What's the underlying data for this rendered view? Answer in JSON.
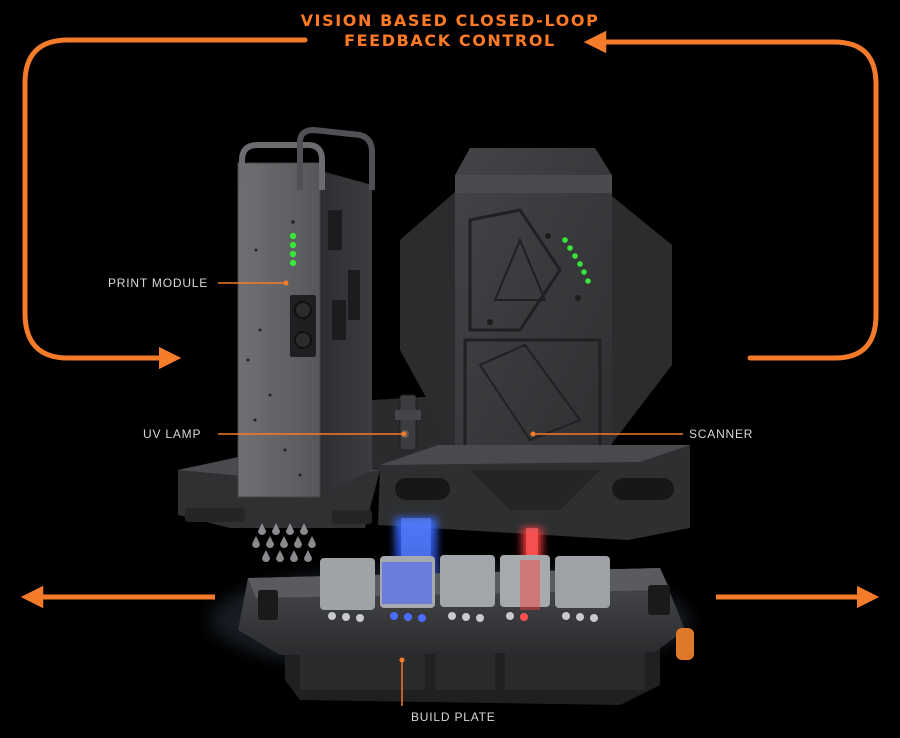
{
  "title": {
    "line1": "VISION BASED CLOSED-LOOP",
    "line2": "FEEDBACK CONTROL"
  },
  "labels": {
    "print_module": "PRINT MODULE",
    "uv_lamp": "UV LAMP",
    "scanner": "SCANNER",
    "build_plate": "BUILD PLATE"
  },
  "colors": {
    "accent": "#f47b2a",
    "status_led": "#39e639",
    "uv_light": "#2a5cff",
    "scan_laser": "#ff3b3b",
    "hardware": "#3a3b3d"
  },
  "icons": {
    "feedback_arrows": "closed-loop-arrow",
    "motion_arrows": "left-right-arrow"
  }
}
